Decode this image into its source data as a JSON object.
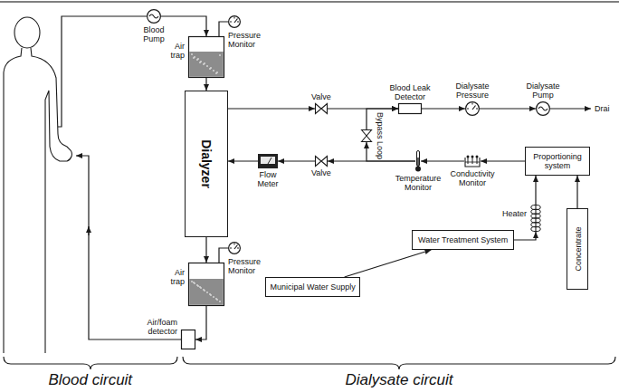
{
  "diagram": {
    "nodes": [
      {
        "text": [
          "Blood Pump"
        ]
      },
      {
        "text": [
          "Air trap"
        ]
      },
      {
        "text": [
          "Pressure Monitor"
        ]
      },
      {
        "text": [
          "Dialyzer"
        ]
      },
      {
        "text": [
          "Valve"
        ]
      },
      {
        "text": [
          "Blood Leak Detector"
        ]
      },
      {
        "text": [
          "Dialysate Pressure"
        ]
      },
      {
        "text": [
          "Dialysate Pump"
        ]
      },
      {
        "text": [
          "Bypass Loop"
        ]
      },
      {
        "text": [
          "Flow Meter"
        ]
      },
      {
        "text": [
          "Valve"
        ]
      },
      {
        "text": [
          "Temperature Monitor"
        ]
      },
      {
        "text": [
          "Conductivity Monitor"
        ]
      },
      {
        "text": [
          "Proportioning system"
        ]
      },
      {
        "text": [
          "Heater"
        ]
      },
      {
        "text": [
          "Water Treatment System"
        ]
      },
      {
        "text": [
          "Concentrate"
        ]
      },
      {
        "text": [
          "Air trap"
        ]
      },
      {
        "text": [
          "Pressure Monitor"
        ]
      },
      {
        "text": [
          "Municipal Water Supply"
        ]
      },
      {
        "text": [
          "Air/foam detector"
        ]
      }
    ],
    "edges": [
      {
        "from": 0,
        "to": 1,
        "arrow": "to"
      },
      {
        "from": 1,
        "to": 2,
        "arrow": "none"
      },
      {
        "from": 1,
        "to": 3,
        "arrow": "to"
      },
      {
        "from": 3,
        "to": 17,
        "arrow": "to"
      },
      {
        "from": 17,
        "to": 18,
        "arrow": "none"
      },
      {
        "from": 17,
        "to": 20,
        "arrow": "to"
      },
      {
        "from": 3,
        "to": 4,
        "arrow": "to"
      },
      {
        "from": 4,
        "to": 5,
        "arrow": "to"
      },
      {
        "from": 8,
        "to": 5,
        "arrow": "to"
      },
      {
        "from": 5,
        "to": 6,
        "arrow": "to"
      },
      {
        "from": 6,
        "to": 7,
        "arrow": "to"
      },
      {
        "from": 13,
        "to": 12,
        "arrow": "to"
      },
      {
        "from": 12,
        "to": 11,
        "arrow": "to"
      },
      {
        "from": 11,
        "to": 10,
        "arrow": "to"
      },
      {
        "from": 11,
        "to": 8,
        "arrow": "to"
      },
      {
        "from": 10,
        "to": 9,
        "arrow": "to"
      },
      {
        "from": 9,
        "to": 3,
        "arrow": "to"
      },
      {
        "from": 14,
        "to": 13,
        "arrow": "to"
      },
      {
        "from": 16,
        "to": 13,
        "arrow": "to"
      },
      {
        "from": 15,
        "to": 14,
        "arrow": "to"
      },
      {
        "from": 19,
        "to": 15,
        "arrow": "to"
      }
    ],
    "labels": [
      "Drai",
      "Blood circuit",
      "Dialysate circuit"
    ]
  }
}
